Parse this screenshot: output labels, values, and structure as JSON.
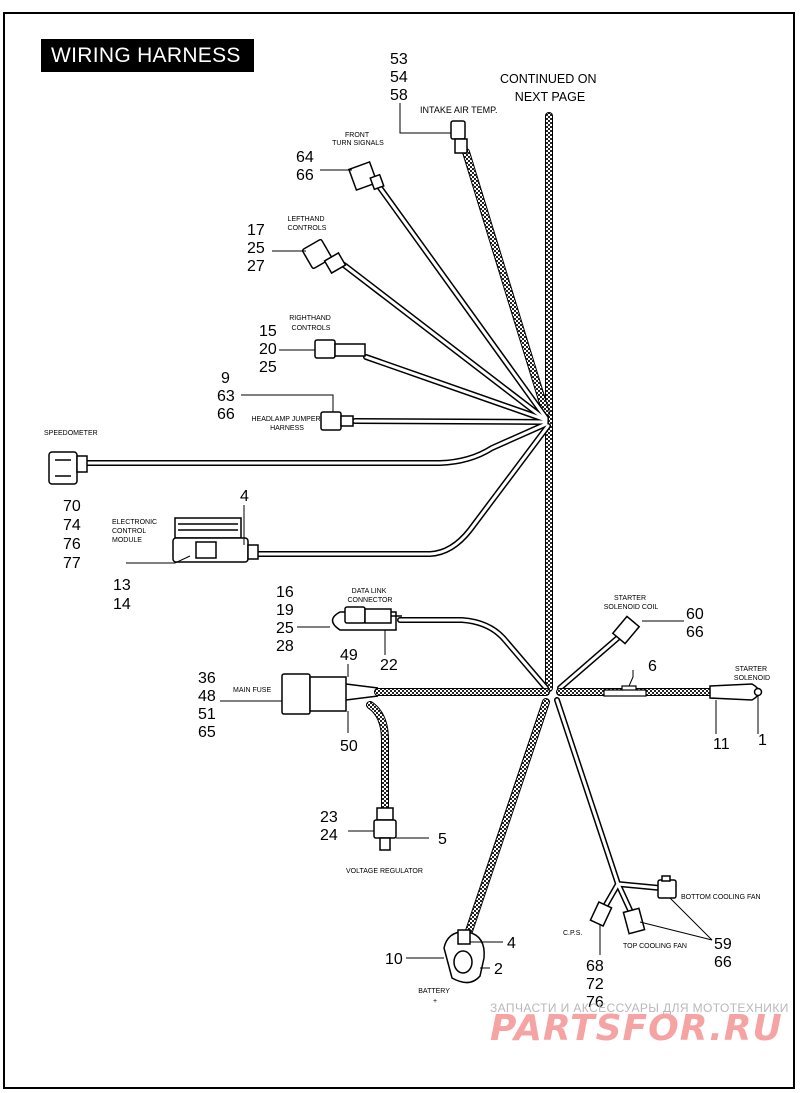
{
  "title": "WIRING HARNESS",
  "continued_label": [
    "CONTINUED ON",
    "NEXT PAGE"
  ],
  "components": {
    "intake_air_temp": {
      "label": [
        "INTAKE AIR TEMP."
      ],
      "refs": [
        "53",
        "54",
        "58"
      ]
    },
    "front_turn_signals": {
      "label": [
        "FRONT",
        "TURN SIGNALS"
      ],
      "refs": [
        "64",
        "66"
      ]
    },
    "lefthand_controls": {
      "label": [
        "LEFTHAND",
        "CONTROLS"
      ],
      "refs": [
        "17",
        "25",
        "27"
      ]
    },
    "righthand_controls": {
      "label": [
        "RIGHTHAND",
        "CONTROLS"
      ],
      "refs": [
        "15",
        "20",
        "25"
      ]
    },
    "headlamp_jumper": {
      "label": [
        "HEADLAMP JUMPER",
        "HARNESS"
      ],
      "refs": [
        "9",
        "63",
        "66"
      ]
    },
    "speedometer": {
      "label": [
        "SPEEDOMETER"
      ],
      "refs": [
        "70",
        "74",
        "76",
        "77"
      ]
    },
    "ecm": {
      "label": [
        "ELECTRONIC",
        "CONTROL",
        "MODULE"
      ],
      "refs": [
        "13",
        "14"
      ],
      "top_ref": "4"
    },
    "data_link": {
      "label": [
        "DATA LINK",
        "CONNECTOR"
      ],
      "refs": [
        "16",
        "19",
        "25",
        "28"
      ],
      "side_ref": "22"
    },
    "main_fuse": {
      "label": [
        "MAIN FUSE"
      ],
      "refs": [
        "36",
        "48",
        "51",
        "65"
      ],
      "top_ref": "49",
      "bottom_ref": "50"
    },
    "starter_solenoid_coil": {
      "label": [
        "STARTER",
        "SOLENOID COIL"
      ],
      "refs": [
        "60",
        "66"
      ]
    },
    "starter_solenoid": {
      "label": [
        "STARTER",
        "SOLENOID"
      ],
      "refs": [
        "11",
        "1"
      ],
      "clip_ref": "6"
    },
    "voltage_regulator": {
      "label": [
        "VOLTAGE REGULATOR"
      ],
      "refs": [
        "23",
        "24"
      ],
      "side_ref": "5"
    },
    "battery": {
      "label": [
        "BATTERY",
        "+"
      ],
      "refs": [
        "10"
      ],
      "side_refs": [
        "4",
        "2"
      ]
    },
    "cps": {
      "label": [
        "C.P.S."
      ],
      "refs": [
        "68",
        "72",
        "76"
      ]
    },
    "cooling_fans": {
      "bottom_label": [
        "BOTTOM COOLING FAN"
      ],
      "top_label": [
        "TOP COOLING FAN"
      ],
      "refs": [
        "59",
        "66"
      ]
    }
  },
  "watermark": {
    "line1": "ЗАПЧАСТИ И АКСЕССУАРЫ ДЛЯ МОТОТЕХНИКИ",
    "line2": "PARTSFOR.RU"
  }
}
